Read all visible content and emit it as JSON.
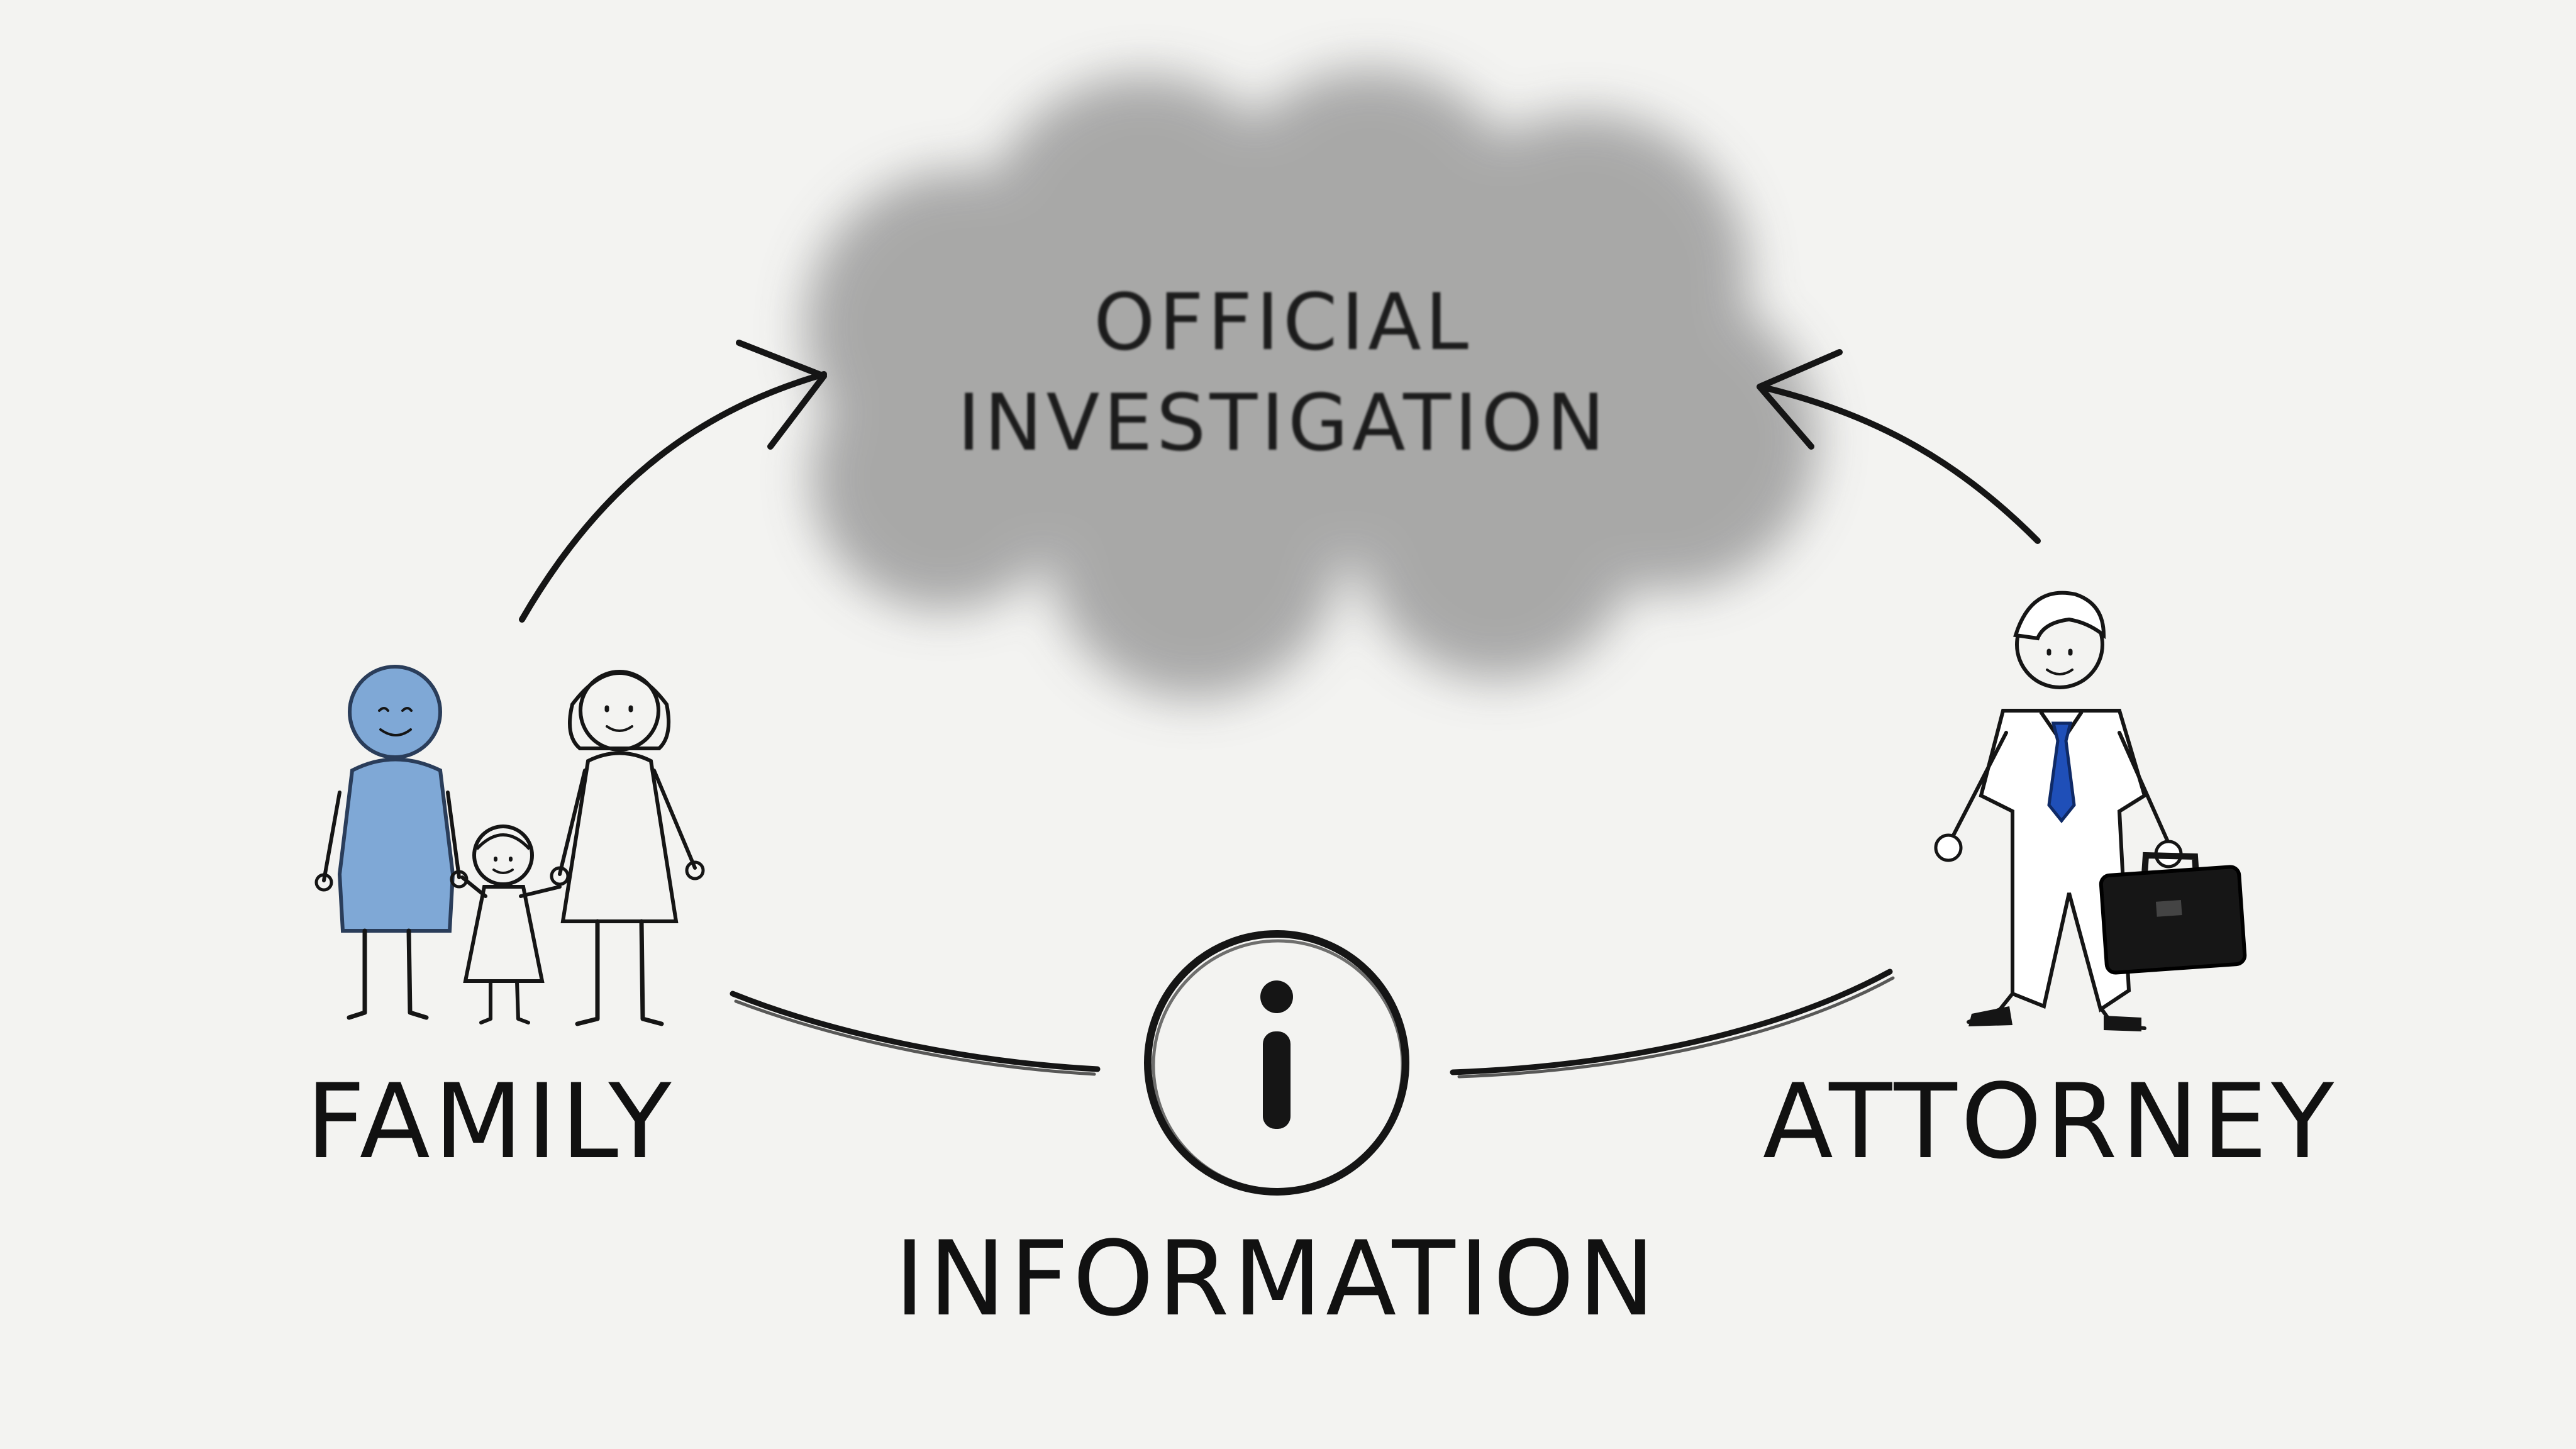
{
  "diagram": {
    "center": {
      "line1": "OFFICIAL",
      "line2": "INVESTIGATION"
    },
    "nodes": {
      "family": {
        "label": "FAMILY"
      },
      "attorney": {
        "label": "ATTORNEY"
      },
      "information": {
        "label": "INFORMATION"
      }
    },
    "edges": [
      {
        "from": "FAMILY",
        "to": "OFFICIAL INVESTIGATION"
      },
      {
        "from": "ATTORNEY",
        "to": "OFFICIAL INVESTIGATION"
      },
      {
        "from": "FAMILY",
        "to": "INFORMATION"
      },
      {
        "from": "ATTORNEY",
        "to": "INFORMATION"
      }
    ]
  },
  "colors": {
    "paper": "#f3f3f1",
    "ink": "#151515",
    "cloud": "#9a9a9a",
    "family_blue": "#7fa8d6",
    "tie_blue": "#1f4fb8"
  },
  "icons": [
    "family-icon",
    "attorney-icon",
    "briefcase-icon",
    "info-icon",
    "cloud-shape"
  ]
}
